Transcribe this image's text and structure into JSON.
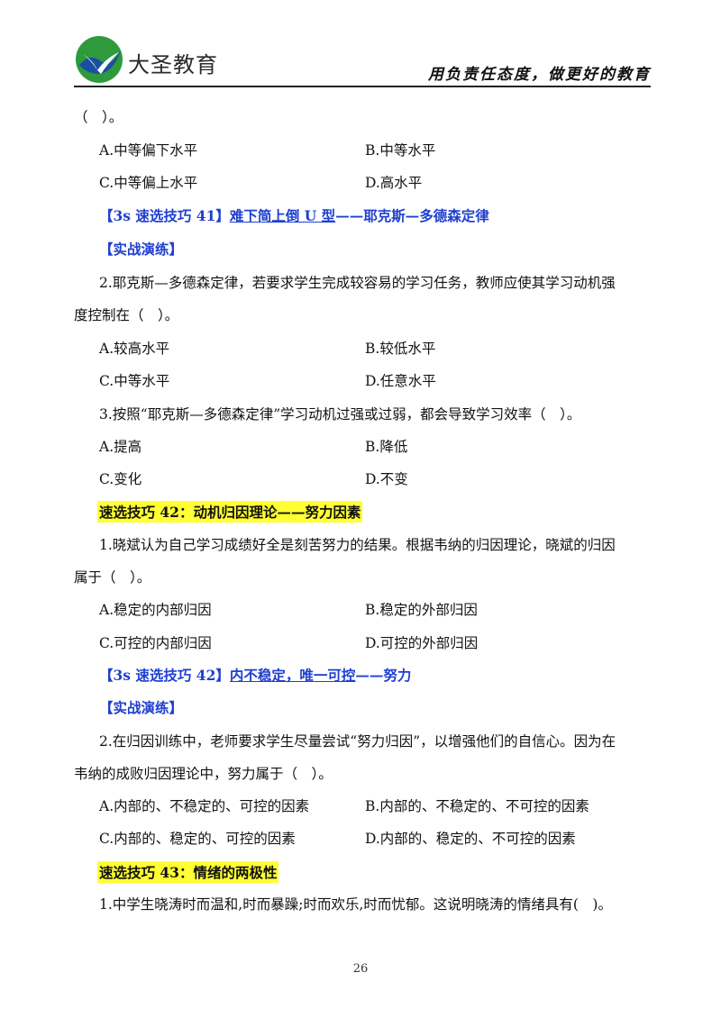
{
  "header": {
    "brand": "大圣教育",
    "slogan": "用负责任态度，做更好的教育"
  },
  "q0": {
    "stem_tail": "（　）。",
    "options": [
      "A.中等偏下水平",
      "B.中等水平",
      "C.中等偏上水平",
      "D.高水平"
    ]
  },
  "tip41": {
    "prefix": "【3s 速选技巧 41】",
    "link": "难下简上倒 U 型",
    "suffix": "——耶克斯—多德森定律"
  },
  "practice_label": "【实战演练】",
  "q2a": {
    "line1": "2.耶克斯—多德森定律，若要求学生完成较容易的学习任务，教师应使其学习动机强",
    "line2": "度控制在（　）。",
    "options": [
      "A.较高水平",
      "B.较低水平",
      "C.中等水平",
      "D.任意水平"
    ]
  },
  "q3": {
    "line1": "3.按照“耶克斯—多德森定律”学习动机过强或过弱，都会导致学习效率（　）。",
    "options": [
      "A.提高",
      "B.降低",
      "C.变化",
      "D.不变"
    ]
  },
  "tip42_title": "速选技巧 42：动机归因理论——努力因素",
  "q1b": {
    "line1": "1.晓斌认为自己学习成绩好全是刻苦努力的结果。根据韦纳的归因理论，晓斌的归因",
    "line2": "属于（　）。",
    "options": [
      "A.稳定的内部归因",
      "B.稳定的外部归因",
      "C.可控的内部归因",
      "D.可控的外部归因"
    ]
  },
  "tip42s": {
    "prefix": "【3s 速选技巧 42】",
    "link": "内不稳定，唯一可控",
    "suffix": "——努力"
  },
  "q2b": {
    "line1": "2.在归因训练中，老师要求学生尽量尝试“努力归因”，以增强他们的自信心。因为在",
    "line2": "韦纳的成败归因理论中，努力属于（　）。",
    "options": [
      "A.内部的、不稳定的、可控的因素",
      "B.内部的、不稳定的、不可控的因素",
      "C.内部的、稳定的、可控的因素",
      "D.内部的、稳定的、不可控的因素"
    ]
  },
  "tip43_title": "速选技巧 43：情绪的两极性",
  "q1c": {
    "line1": "1.中学生晓涛时而温和,时而暴躁;时而欢乐,时而忧郁。这说明晓涛的情绪具有(　)。"
  },
  "page_number": "26",
  "colors": {
    "tip_blue": "#1f3fd0",
    "highlight": "#ffff33",
    "logo_green": "#2e9a3c",
    "logo_blue": "#1b4fa0"
  }
}
